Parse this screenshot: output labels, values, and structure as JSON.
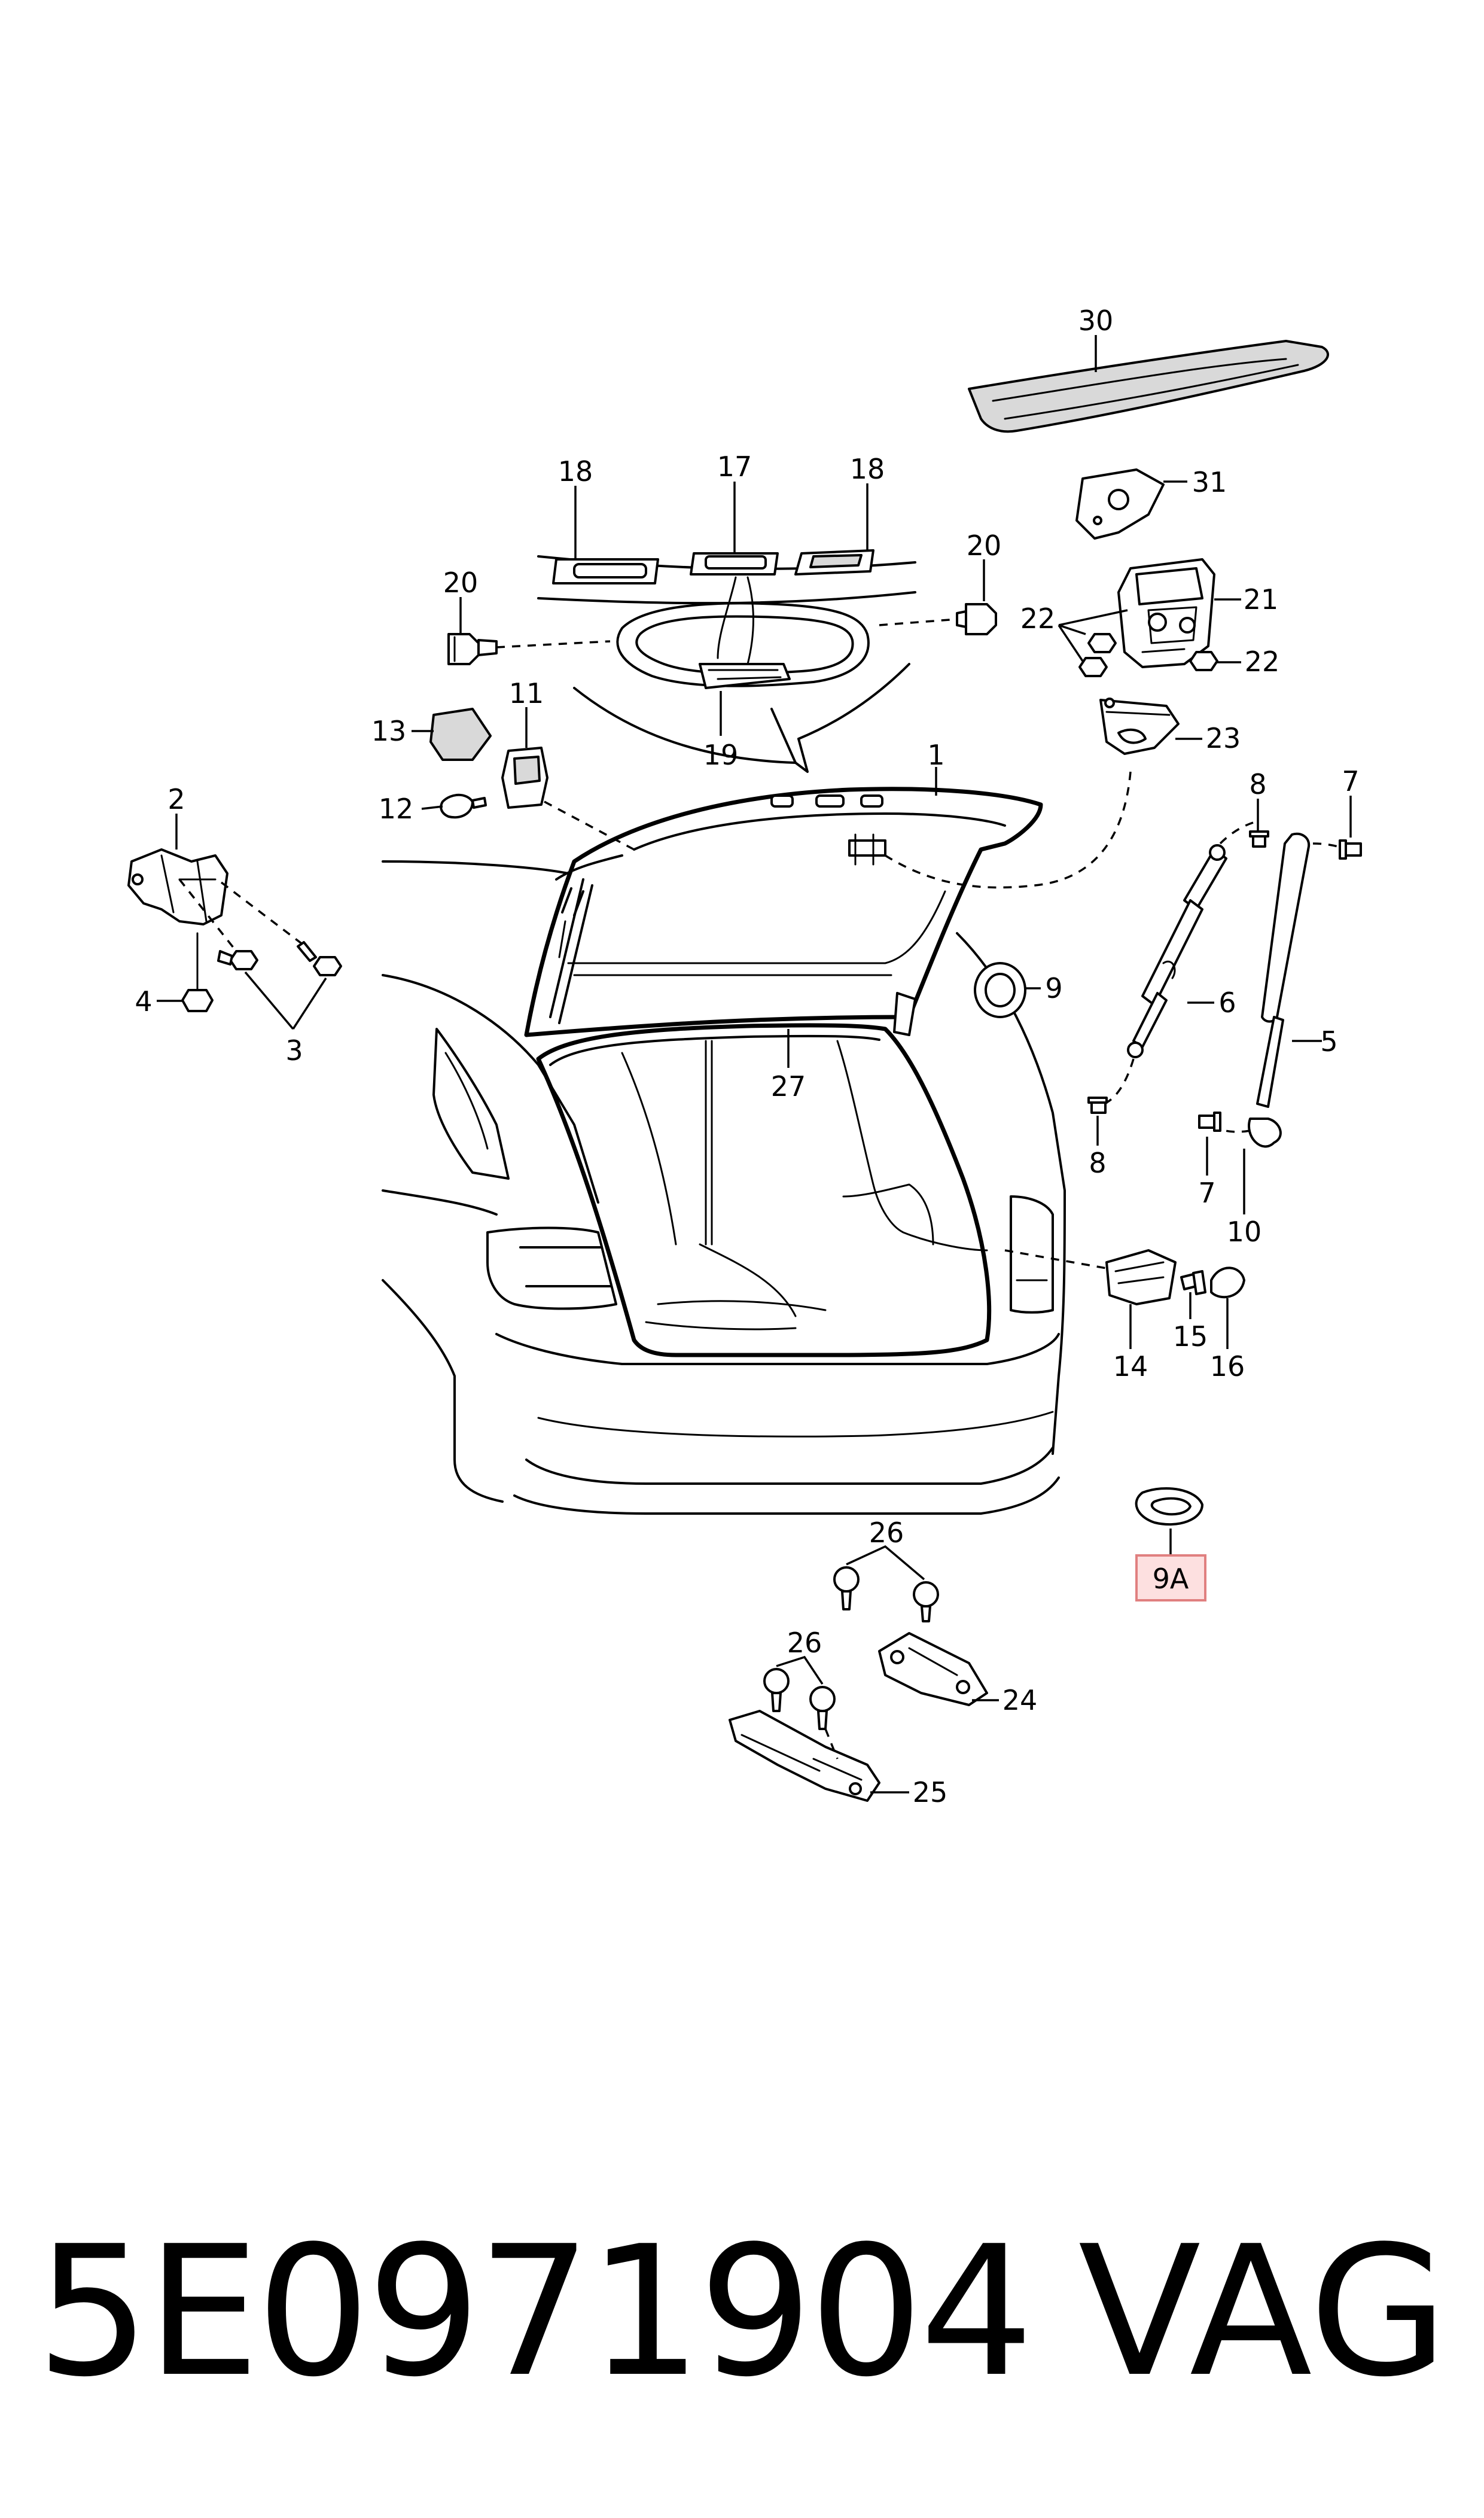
{
  "callouts": {
    "c1": "1",
    "c2": "2",
    "c3": "3",
    "c4": "4",
    "c5": "5",
    "c6": "6",
    "c7a": "7",
    "c7b": "7",
    "c8a": "8",
    "c8b": "8",
    "c9": "9",
    "c9a": "9A",
    "c10": "10",
    "c11": "11",
    "c12": "12",
    "c13": "13",
    "c14": "14",
    "c15": "15",
    "c16": "16",
    "c17": "17",
    "c18a": "18",
    "c18b": "18",
    "c19": "19",
    "c20a": "20",
    "c20b": "20",
    "c21": "21",
    "c22a": "22",
    "c22b": "22",
    "c23": "23",
    "c24": "24",
    "c25": "25",
    "c26a": "26",
    "c26b": "26",
    "c27": "27",
    "c30": "30",
    "c31": "31"
  },
  "highlight_color": "#fde0e0",
  "footer": {
    "part_number": "5E0971904",
    "brand": "VAG"
  }
}
